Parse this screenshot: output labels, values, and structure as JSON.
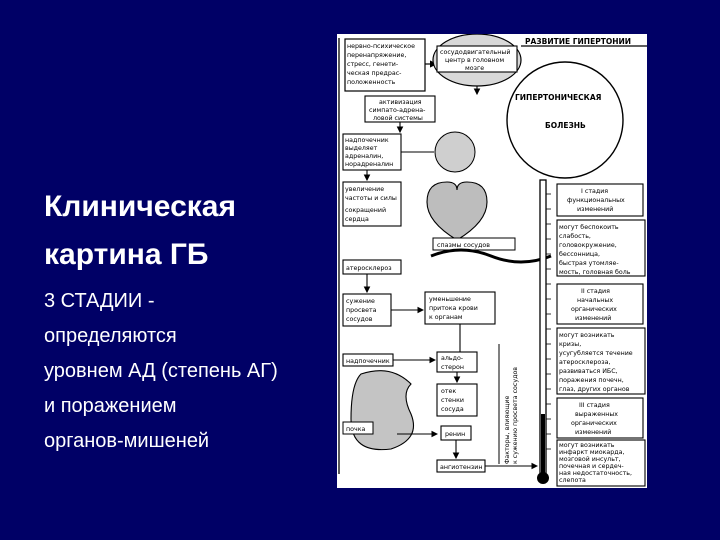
{
  "slide": {
    "title_lines": [
      "Клиническая",
      "картина ГБ"
    ],
    "body_lines": [
      "3 СТАДИИ -",
      "определяются",
      "уровнем АД (степень АГ)",
      "и поражением",
      "органов-мишеней"
    ],
    "background": "#000066",
    "text_color": "#ffffff"
  },
  "figure": {
    "header": "РАЗВИТИЕ ГИПЕРТОНИИ",
    "circle_label_1": "ГИПЕРТОНИЧЕСКАЯ",
    "circle_label_2": "БОЛЕЗНЬ",
    "boxes": {
      "stress": [
        "нервно-психическое",
        "перенапряжение,",
        "стресс, генети-",
        "ческая предрас-",
        "положенность"
      ],
      "center": [
        "сосудодвигательный",
        "центр в головном",
        "мозге"
      ],
      "symp": [
        "активизация",
        "симпато-адрена-",
        "ловой системы"
      ],
      "adrenal": [
        "надпочечник",
        "выделяет",
        "адреналин,",
        "норадреналин"
      ],
      "heart": [
        "увеличение",
        "частоты и силы",
        "сокращений",
        "сердца"
      ],
      "spasm": "спазмы сосудов",
      "athero": "атеросклероз",
      "narrow": [
        "сужение",
        "просвета",
        "сосудов"
      ],
      "bloodflow": [
        "уменьшение",
        "притока крови",
        "к органам"
      ],
      "adrenal2": "надпочечник",
      "aldo": [
        "альдо-",
        "стерон"
      ],
      "edema": [
        "отек",
        "стенки",
        "сосуда"
      ],
      "renin": "ренин",
      "kidney": "почка",
      "angio": "ангиотензин",
      "vertical": [
        "Факторы, влияющие",
        "к сужению просвета сосудов"
      ]
    },
    "stages": [
      {
        "title": [
          "I стадия",
          "функциональных",
          "изменений"
        ],
        "text": [
          "могут беспокоить",
          "слабость,",
          "головокружение,",
          "бессонница,",
          "быстрая утомляе-",
          "мость, головная боль"
        ]
      },
      {
        "title": [
          "II стадия",
          "начальных",
          "органических",
          "изменений"
        ],
        "text": [
          "могут возникать",
          "кризы,",
          "усугубляется течение",
          "атеросклероза,",
          "развиваться ИБС,",
          "поражения почечн,",
          "глаз, других органов"
        ]
      },
      {
        "title": [
          "III стадия",
          "выраженных",
          "органических",
          "изменений"
        ],
        "text": [
          "могут возникать",
          "инфаркт миокарда,",
          "мозговой инсульт,",
          "почечная и сердеч-",
          "ная недостаточность,",
          "слепота"
        ]
      }
    ]
  }
}
